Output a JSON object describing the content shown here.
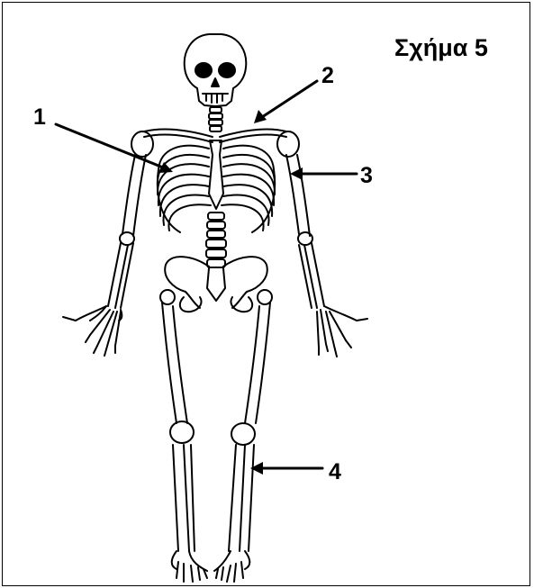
{
  "figure": {
    "title": "Σχήμα 5",
    "labels": [
      {
        "id": "1",
        "text": "1"
      },
      {
        "id": "2",
        "text": "2"
      },
      {
        "id": "3",
        "text": "3"
      },
      {
        "id": "4",
        "text": "4"
      }
    ],
    "colors": {
      "line": "#000000",
      "background": "#ffffff"
    }
  }
}
